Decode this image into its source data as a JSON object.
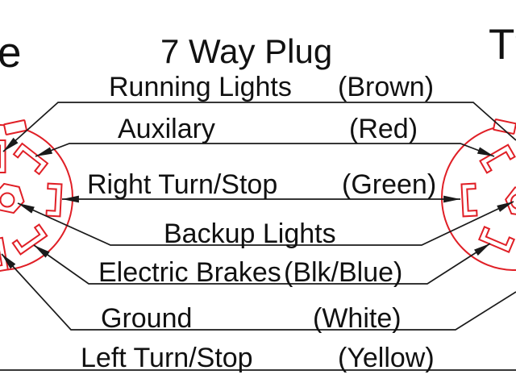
{
  "title": "7 Way Plug",
  "side_labels": {
    "left_fragment": "e",
    "right_fragment": "Tr"
  },
  "wires": [
    {
      "function": "Running Lights",
      "color": "(Brown)"
    },
    {
      "function": "Auxilary",
      "color": "(Red)"
    },
    {
      "function": "Right Turn/Stop",
      "color": "(Green)"
    },
    {
      "function": "Backup Lights",
      "color": null
    },
    {
      "function": "Electric Brakes",
      "color": "(Blk/Blue)"
    },
    {
      "function": "Ground",
      "color": "(White)"
    },
    {
      "function": "Left Turn/Stop",
      "color": "(Yellow)"
    }
  ],
  "colors": {
    "pin_red": "#e01f26",
    "line_black": "#1a1a1a",
    "text": "#111111",
    "background": "#ffffff"
  }
}
